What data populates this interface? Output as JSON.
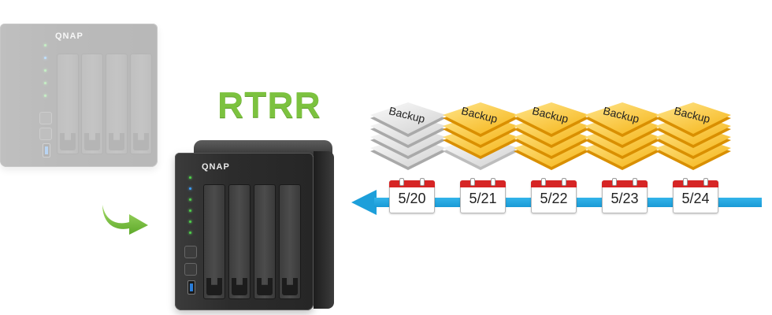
{
  "title": "RTRR",
  "devices": {
    "source_brand": "QNAP",
    "target_brand": "QNAP"
  },
  "timeline": {
    "dates": [
      "5/20",
      "5/21",
      "5/22",
      "5/23",
      "5/24"
    ]
  },
  "backups": [
    {
      "label": "Backup",
      "style": "gray"
    },
    {
      "label": "Backup",
      "style": "gold"
    },
    {
      "label": "Backup",
      "style": "gold"
    },
    {
      "label": "Backup",
      "style": "gold"
    },
    {
      "label": "Backup",
      "style": "gold"
    }
  ],
  "colors": {
    "title": "#7cc23f",
    "arrow": "#7cc23f",
    "timeline": "#1d9fda",
    "calendar_header": "#d62525",
    "backup_gold": "#f5b417",
    "backup_gray": "#d2d2d2"
  },
  "icons": [
    "nas-device-icon",
    "nas-device-icon",
    "curved-arrow-icon",
    "timeline-arrow-icon",
    "calendar-icon",
    "document-stack-icon"
  ]
}
